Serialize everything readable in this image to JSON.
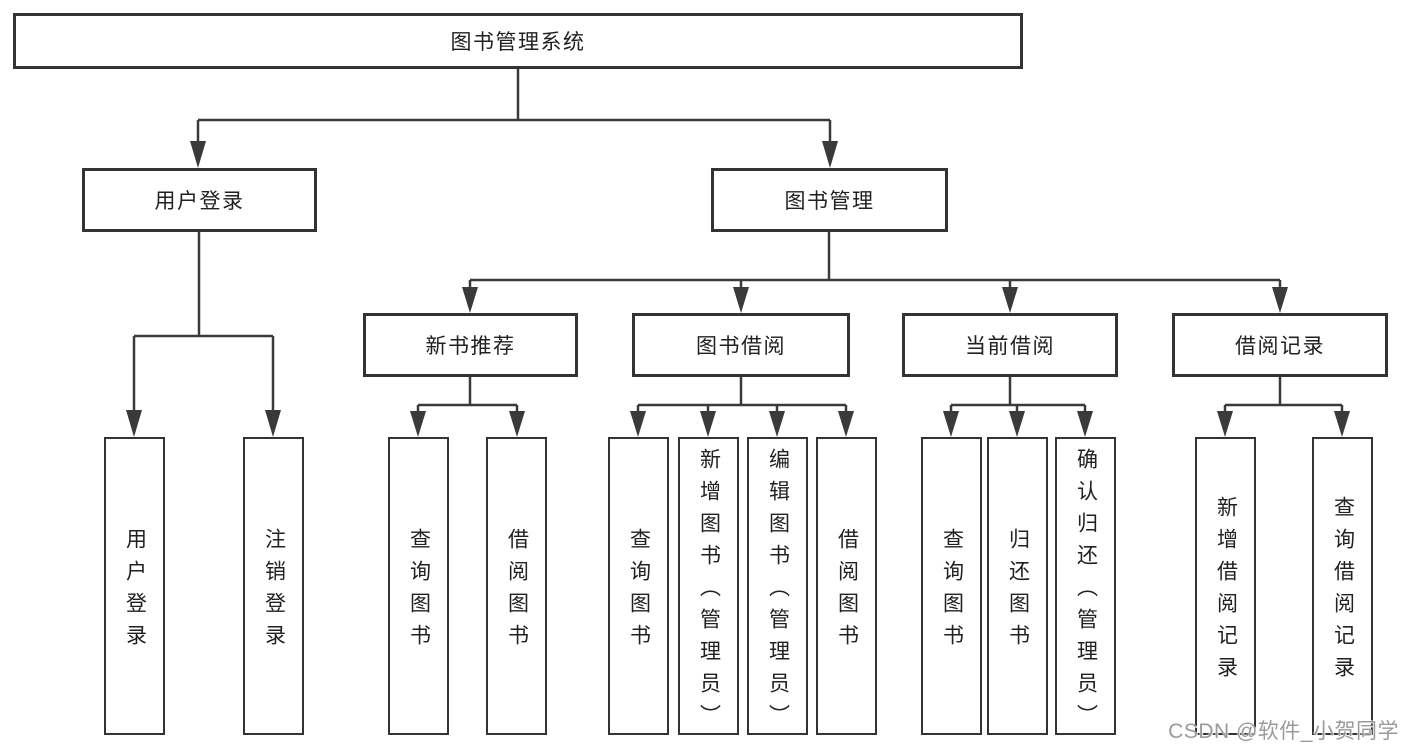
{
  "diagram": {
    "root": "图书管理系统",
    "level2": [
      "用户登录",
      "图书管理"
    ],
    "level3": [
      "新书推荐",
      "图书借阅",
      "当前借阅",
      "借阅记录"
    ],
    "leaves": {
      "user_login": [
        "用户登录",
        "注销登录"
      ],
      "new_book": [
        "查询图书",
        "借阅图书"
      ],
      "book_borrow": [
        "查询图书",
        "新增图书（管理员）",
        "编辑图书（管理员）",
        "借阅图书"
      ],
      "current_borrow": [
        "查询图书",
        "归还图书",
        "确认归还（管理员）"
      ],
      "borrow_record": [
        "新增借阅记录",
        "查询借阅记录"
      ]
    }
  },
  "watermark": "CSDN @软件_小贺同学",
  "colors": {
    "line": "#3a3a3a",
    "border": "#333333",
    "text": "#212121",
    "watermark": "#9a9a9a",
    "background": "#ffffff"
  }
}
